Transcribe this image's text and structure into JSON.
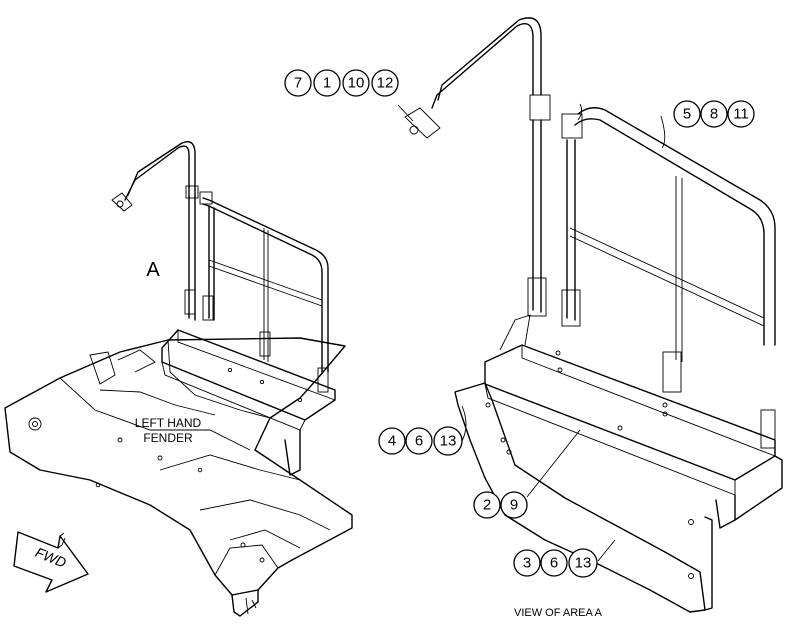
{
  "labels": {
    "area_marker": "A",
    "fender": [
      "LEFT HAND",
      "FENDER"
    ],
    "view_caption": "VIEW OF AREA  A",
    "direction": "FWD"
  },
  "callouts": [
    [
      "7",
      "1",
      "10",
      "12"
    ],
    [
      "5",
      "8",
      "11"
    ],
    [
      "4",
      "6",
      "13"
    ],
    [
      "2",
      "9"
    ],
    [
      "3",
      "6",
      "13"
    ]
  ]
}
